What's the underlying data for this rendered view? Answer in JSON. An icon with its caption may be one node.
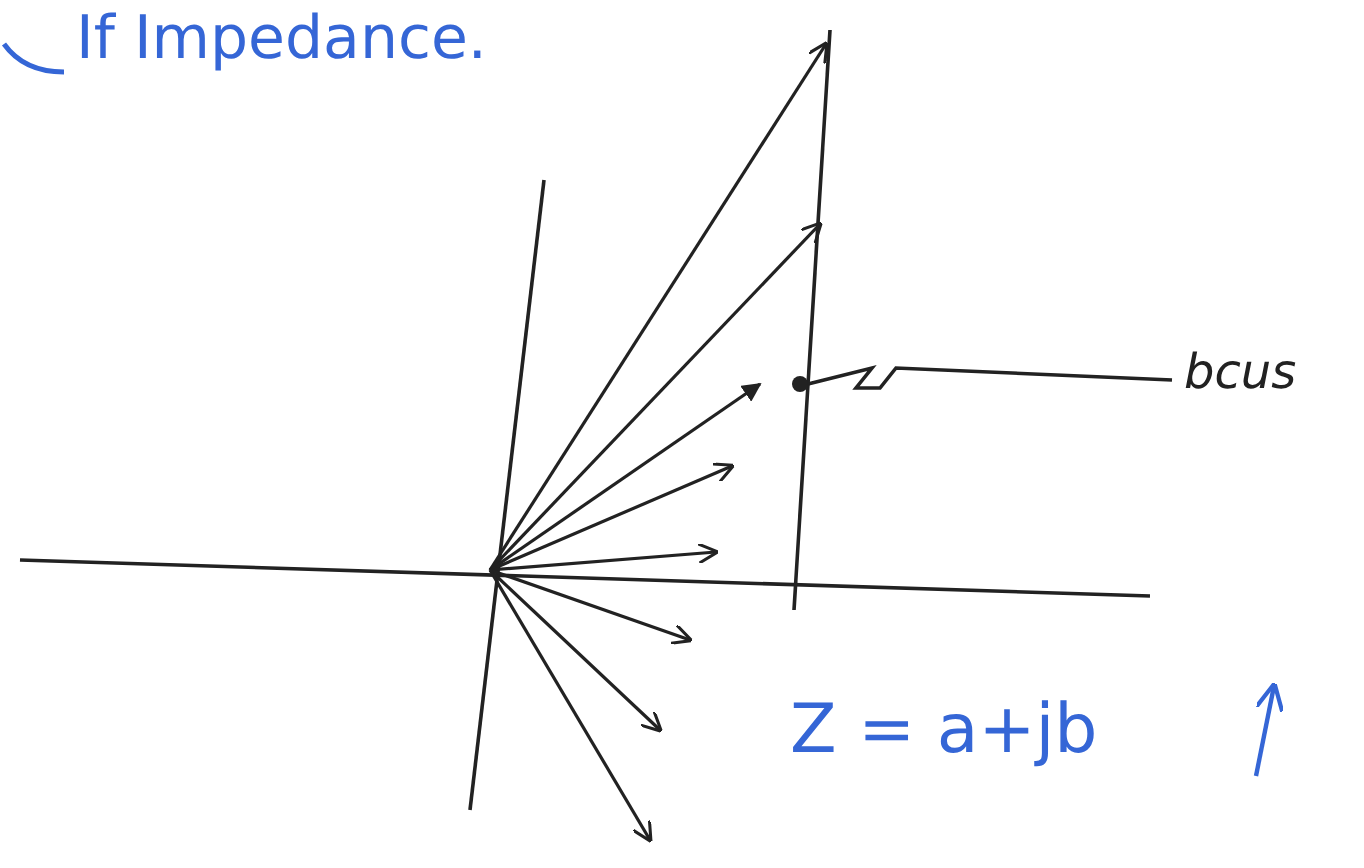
{
  "diagram": {
    "nodes": [
      {
        "text": [
          "bcus"
        ]
      },
      {
        "text": [],
        "shape": "circle"
      }
    ],
    "edges": [
      {
        "from": 0,
        "to": 1,
        "arrow": "none"
      }
    ],
    "labels": [
      "If Impedance.",
      "Z = a+jb"
    ]
  }
}
